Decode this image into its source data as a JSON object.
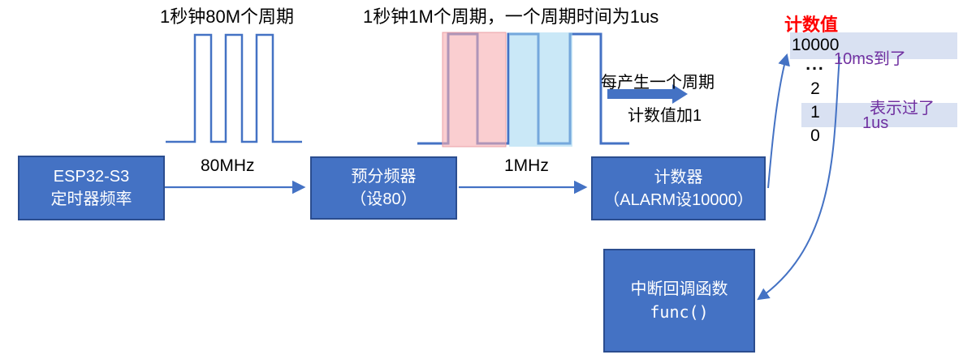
{
  "colors": {
    "accent_blue": "#4472C4",
    "box_border": "#2B4D8F",
    "highlight_band": "#D9E1F2",
    "period_pink": "#F8CCCE",
    "period_blue": "#D4E9F7",
    "note_purple": "#7030A0",
    "title_red": "#FF0000"
  },
  "clock_80m": {
    "title": "1秒钟80M个周期",
    "freq_label": "80MHz"
  },
  "clock_1m": {
    "title": "1秒钟1M个周期，一个周期时间为1us",
    "freq_label": "1MHz"
  },
  "increment_note": {
    "line1": "每产生一个周期",
    "line2": "计数值加1"
  },
  "counter_panel": {
    "title": "计数值",
    "values": [
      "10000",
      "...",
      "2",
      "1",
      "0"
    ],
    "alarm_note": "10ms到了",
    "tick_note_line1": "表示过了",
    "tick_note_line2": "1us"
  },
  "boxes": {
    "timer_source": {
      "line1": "ESP32-S3",
      "line2": "定时器频率"
    },
    "prescaler": {
      "line1": "预分频器",
      "line2": "（设80）"
    },
    "counter": {
      "line1": "计数器",
      "line2": "（ALARM设10000）"
    },
    "callback": {
      "line1": "中断回调函数",
      "line2": "func()"
    }
  }
}
